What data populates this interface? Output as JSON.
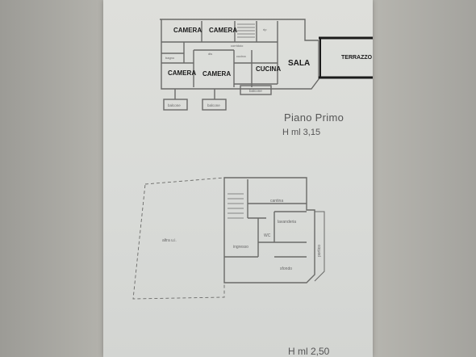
{
  "first_floor": {
    "rooms": {
      "camera_1": "CAMERA",
      "camera_2": "CAMERA",
      "camera_3": "CAMERA",
      "camera_4": "CAMERA",
      "cucina": "CUCINA",
      "sala": "SALA",
      "terrazzo": "TERRAZZO",
      "bagno": "bagno",
      "corridoio": "corridoio",
      "dis": "dis",
      "rip": "rip",
      "cucina_small": "cucina",
      "balcone_1": "balcone",
      "balcone_2": "balcone",
      "balcone_3": "balcone"
    },
    "title": "Piano Primo",
    "height": "H ml 3,15"
  },
  "ground_floor": {
    "rooms": {
      "altra": "altra u.i.",
      "cantina": "cantina",
      "lavanderia": "lavanderia",
      "wc": "WC",
      "ingresso": "ingresso",
      "sfondo": "sfondo",
      "portico": "portico"
    },
    "height": "H ml 2,50"
  },
  "colors": {
    "sheet": "#dcddd9",
    "line": "#6a6a68",
    "heavy": "#1a1a1a"
  }
}
